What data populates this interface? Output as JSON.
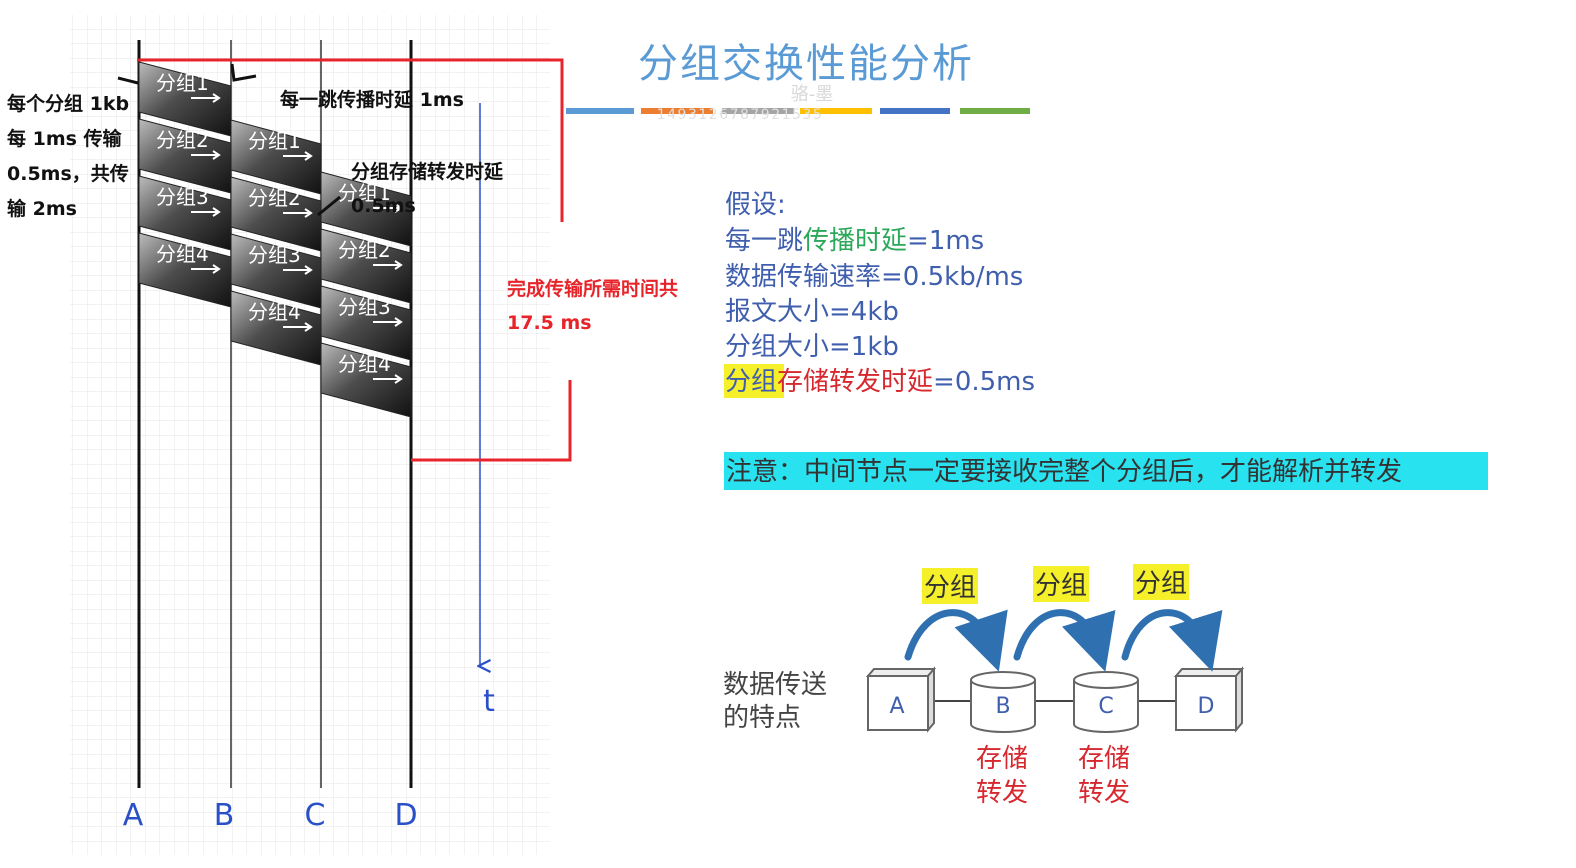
{
  "title": "分组交换性能分析",
  "watermark": "骆-墨",
  "watermark_digits": "1493126787921535",
  "node_axis_labels": [
    "A",
    "B",
    "C",
    "D"
  ],
  "time_label": "t",
  "packets": [
    {
      "id": 1,
      "label": "分组1"
    },
    {
      "id": 2,
      "label": "分组2"
    },
    {
      "id": 3,
      "label": "分组3"
    },
    {
      "id": 4,
      "label": "分组4"
    }
  ],
  "left_notes": [
    "每个分组 1kb",
    "每 1ms 传输",
    "0.5ms，共传",
    "输 2ms"
  ],
  "propagation_note": "每一跳传播时延 1ms",
  "store_forward_note": [
    "分组存储转发时延",
    "0.5ms"
  ],
  "completion_note": [
    "完成传输所需时间共",
    "17.5 ms"
  ],
  "assumptions": {
    "heading": "假设:",
    "line1": {
      "prefix": "每一跳",
      "highlight": "传播时延",
      "suffix": "=1ms"
    },
    "line2": "数据传输速率=0.5kb/ms",
    "line3": "报文大小=4kb",
    "line4": "分组大小=1kb",
    "line5": {
      "prefix": "分组",
      "highlight": "存储转发时延",
      "suffix": "=0.5ms"
    }
  },
  "notice": "注意：中间节点一定要接收完整个分组后，才能解析并转发",
  "feature_label": [
    "数据传送",
    "的特点"
  ],
  "nodes": [
    "A",
    "B",
    "C",
    "D"
  ],
  "hop_labels": [
    "分组",
    "分组",
    "分组"
  ],
  "store_labels": [
    [
      "存储",
      "转发"
    ],
    [
      "存储",
      "转发"
    ]
  ],
  "colors": {
    "title": "#5b9bd5",
    "assumption_text": "#3f5fae",
    "green_highlight": "#2ca85a",
    "red_text": "#d6282e",
    "yellow_highlight": "#f6f02a",
    "cyan_bar": "#28e2f0",
    "axis_blue": "#2a50c8",
    "bracket_red": "#e8242b",
    "curve_arrow": "#2f70b0"
  }
}
